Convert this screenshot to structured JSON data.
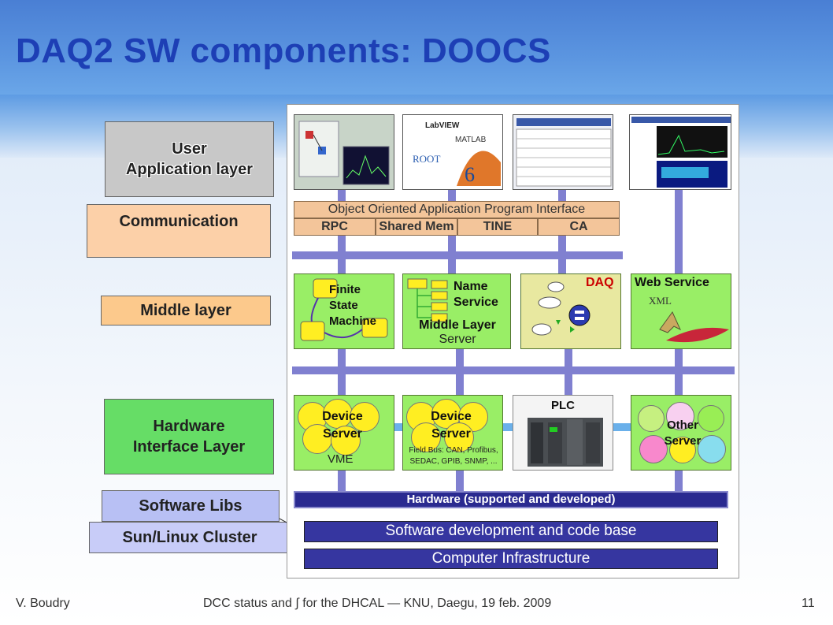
{
  "title": "DAQ2 SW components: DOOCS",
  "layers": {
    "user_line1": "User",
    "user_line2": "Application layer",
    "communication": "Communication",
    "middle": "Middle layer",
    "hardware_line1": "Hardware",
    "hardware_line2": "Interface Layer",
    "software_libs": "Software Libs",
    "cluster": "Sun/Linux Cluster"
  },
  "bars": {
    "software_dev": "Software development and code base",
    "computer_infra": "Computer Infrastructure"
  },
  "diagram": {
    "api_title": "Object Oriented Application Program Interface",
    "protocols": [
      "RPC",
      "Shared Mem",
      "TINE",
      "CA"
    ],
    "fsm": "Finite State Machine",
    "name_service": "Name Service",
    "middle_layer_server_line1": "Middle Layer",
    "middle_layer_server_line2": "Server",
    "daq": "DAQ",
    "web_service": "Web Service",
    "xml": "XML",
    "device_server": "Device Server",
    "vme": "VME",
    "fieldbus_line1": "Field Bus: CAN, Profibus,",
    "fieldbus_line2": "SEDAC, GPIB, SNMP, ...",
    "plc": "PLC",
    "other_server": "Other Server",
    "hardware_bar": "Hardware (supported and developed)",
    "root": "ROOT",
    "labview": "LabVIEW",
    "matlab": "MATLAB"
  },
  "footer": {
    "author": "V. Boudry",
    "center": "DCC status and ∫ for the DHCAL — KNU, Daegu, 19 feb. 2009",
    "page": "11"
  },
  "colors": {
    "title": "#1d3fb5",
    "user_layer": "#c8c8c8",
    "communication": "#fcd0a8",
    "middle": "#fcc98c",
    "hardware": "#66dd66",
    "software_libs": "#b8c0f4",
    "cluster": "#c8ccf8",
    "bar": "#3636a0"
  }
}
